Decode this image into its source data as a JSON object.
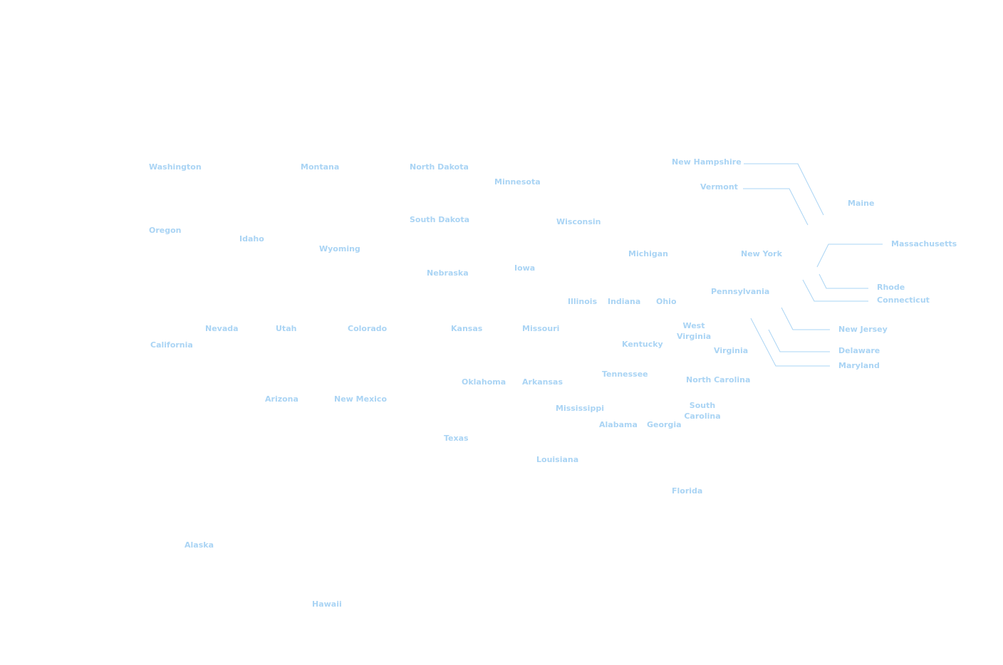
{
  "label_color": "#aad4f4",
  "states": {
    "washington": "Washington",
    "montana": "Montana",
    "north_dakota": "North Dakota",
    "minnesota": "Minnesota",
    "new_hampshire": "New Hampshire",
    "vermont": "Vermont",
    "maine": "Maine",
    "oregon": "Oregon",
    "idaho": "Idaho",
    "wyoming": "Wyoming",
    "south_dakota": "South Dakota",
    "wisconsin": "Wisconsin",
    "michigan": "Michigan",
    "new_york": "New York",
    "massachusetts": "Massachusetts",
    "nebraska": "Nebraska",
    "iowa": "Iowa",
    "rhode_island": "Rhode",
    "connecticut": "Connecticut",
    "pennsylvania": "Pennsylvania",
    "illinois": "Illinois",
    "indiana": "Indiana",
    "ohio": "Ohio",
    "west_virginia_1": "West",
    "west_virginia_2": "Virginia",
    "new_jersey": "New Jersey",
    "nevada": "Nevada",
    "utah": "Utah",
    "colorado": "Colorado",
    "kansas": "Kansas",
    "missouri": "Missouri",
    "california": "California",
    "kentucky": "Kentucky",
    "virginia": "Virginia",
    "delaware": "Delaware",
    "maryland": "Maryland",
    "tennessee": "Tennessee",
    "north_carolina": "North Carolina",
    "oklahoma": "Oklahoma",
    "arkansas": "Arkansas",
    "arizona": "Arizona",
    "new_mexico": "New Mexico",
    "mississippi": "Mississippi",
    "south_carolina_1": "South",
    "south_carolina_2": "Carolina",
    "alabama": "Alabama",
    "georgia": "Georgia",
    "texas": "Texas",
    "louisiana": "Louisiana",
    "florida": "Florida",
    "alaska": "Alaska",
    "hawaii": "Hawaii"
  }
}
